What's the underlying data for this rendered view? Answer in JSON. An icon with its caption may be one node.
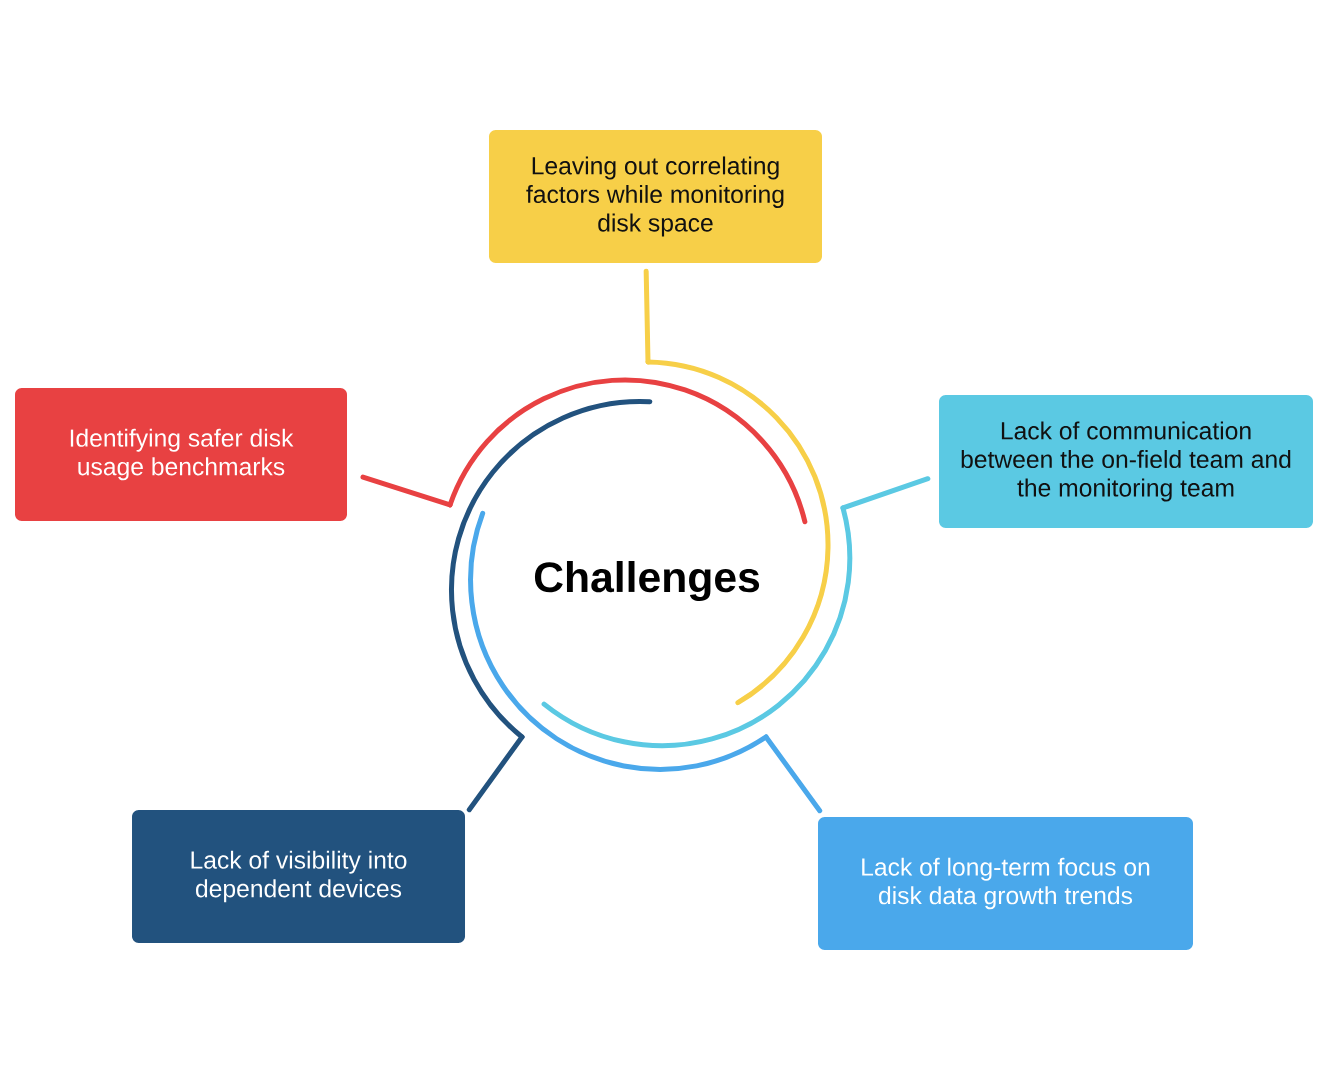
{
  "diagram": {
    "nodes": [
      {
        "text": [
          "Leaving out correlating factors while monitoring disk space"
        ]
      },
      {
        "text": [
          "Identifying safer disk usage benchmarks"
        ]
      },
      {
        "text": [
          "Lack of communication between the on-field team and the monitoring team"
        ]
      },
      {
        "text": [
          "Challenges"
        ]
      },
      {
        "text": [
          "Lack of visibility into dependent devices"
        ]
      },
      {
        "text": [
          "Lack of long-term focus on disk data growth trends"
        ]
      }
    ],
    "edges": [
      {
        "from": 3,
        "to": 0,
        "arrow": "none",
        "color": "#f7cf48"
      },
      {
        "from": 3,
        "to": 1,
        "arrow": "none",
        "color": "#e84142"
      },
      {
        "from": 3,
        "to": 2,
        "arrow": "none",
        "color": "#5bc9e3"
      },
      {
        "from": 3,
        "to": 4,
        "arrow": "none",
        "color": "#22527e"
      },
      {
        "from": 3,
        "to": 5,
        "arrow": "none",
        "color": "#4aa8eb"
      }
    ]
  }
}
